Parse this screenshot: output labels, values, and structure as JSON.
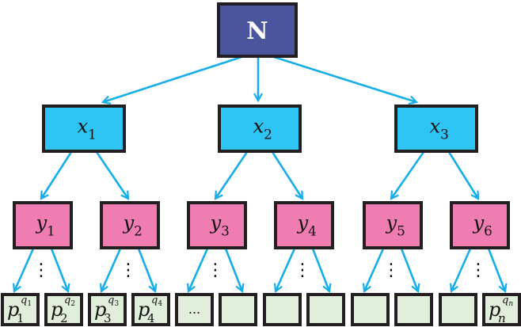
{
  "colors": {
    "root": "#4b559e",
    "level1": "#2ec4f3",
    "level2": "#f07db2",
    "leaf": "#e0eedb",
    "arrow": "#16aee9",
    "border": "#231f20"
  },
  "root": {
    "label": "N"
  },
  "level1": [
    {
      "base": "x",
      "sub": "1"
    },
    {
      "base": "x",
      "sub": "2"
    },
    {
      "base": "x",
      "sub": "3"
    }
  ],
  "level2": [
    {
      "base": "y",
      "sub": "1"
    },
    {
      "base": "y",
      "sub": "2"
    },
    {
      "base": "y",
      "sub": "3"
    },
    {
      "base": "y",
      "sub": "4"
    },
    {
      "base": "y",
      "sub": "5"
    },
    {
      "base": "y",
      "sub": "6"
    }
  ],
  "vertical_ellipsis": "⋮",
  "leaves": [
    {
      "base": "p",
      "sub": "1",
      "sup": "q",
      "supsub": "1"
    },
    {
      "base": "p",
      "sub": "2",
      "sup": "q",
      "supsub": "2"
    },
    {
      "base": "p",
      "sub": "3",
      "sup": "q",
      "supsub": "3"
    },
    {
      "base": "p",
      "sub": "4",
      "sup": "q",
      "supsub": "4"
    },
    {
      "text": "..."
    },
    {
      "text": ""
    },
    {
      "text": ""
    },
    {
      "text": ""
    },
    {
      "text": ""
    },
    {
      "text": ""
    },
    {
      "text": ""
    },
    {
      "base": "p",
      "sub": "n",
      "sup": "q",
      "supsub": "n"
    }
  ]
}
